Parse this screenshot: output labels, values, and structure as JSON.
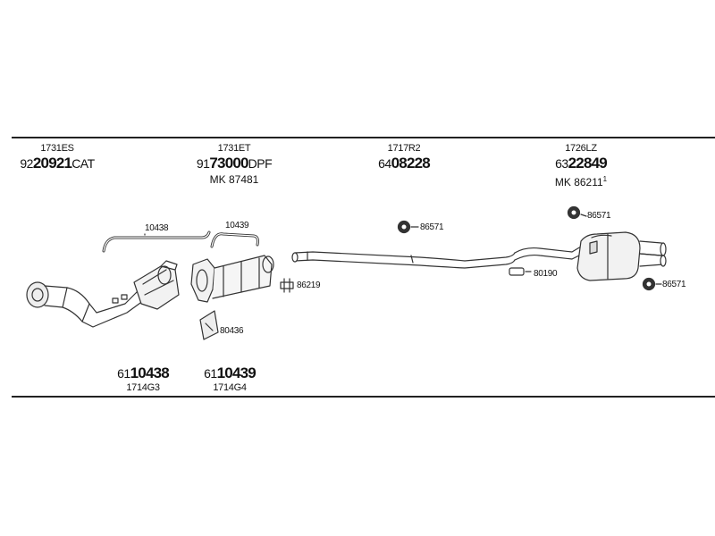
{
  "assemblies": [
    {
      "code": "1731ES",
      "prefix": "92",
      "bold": "20921",
      "suffix": "CAT"
    },
    {
      "code": "1731ET",
      "prefix": "91",
      "bold": "73000",
      "suffix": "DPF",
      "mk": "MK 87481"
    },
    {
      "code": "1717R2",
      "prefix": "64",
      "bold": "08228",
      "suffix": ""
    },
    {
      "code": "1726LZ",
      "prefix": "63",
      "bold": "22849",
      "suffix": "",
      "mk": "MK 86211",
      "mk_note": "1"
    }
  ],
  "part_labels": {
    "hanger_front": "10438",
    "hanger_rear": "10439",
    "gasket": "80436",
    "clamp": "86219",
    "rubber_mount_mid": "86571",
    "rubber_mount_rear_top": "86571",
    "rubber_mount_rear_bottom": "86571",
    "rear_clamp": "80190"
  },
  "bottom_parts": [
    {
      "prefix": "61",
      "bold": "10438",
      "code": "1714G3"
    },
    {
      "prefix": "61",
      "bold": "10439",
      "code": "1714G4"
    }
  ]
}
